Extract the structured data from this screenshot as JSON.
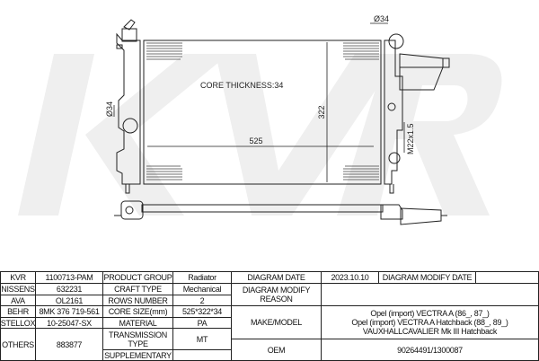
{
  "drawing": {
    "watermark": "KVR",
    "core_thickness_label": "CORE THICKNESS:34",
    "width_dim": "525",
    "height_dim": "322",
    "inlet_dia": "Ø34",
    "outlet_dia": "Ø34",
    "thread_label": "M22x1.5"
  },
  "table": {
    "kvr_label": "KVR",
    "kvr_value": "1100713-PAM",
    "nissens_label": "NISSENS",
    "nissens_value": "632231",
    "ava_label": "AVA",
    "ava_value": "OL2161",
    "behr_label": "BEHR",
    "behr_value": "8MK 376 719-561",
    "stellox_label": "STELLOX",
    "stellox_value": "10-25047-SX",
    "others_label": "OTHERS",
    "others_value": "883877",
    "product_group_label": "PRODUCT GROUP",
    "product_group_value": "Radiator",
    "craft_type_label": "CRAFT TYPE",
    "craft_type_value": "Mechanical",
    "rows_number_label": "ROWS NUMBER",
    "rows_number_value": "2",
    "core_size_label": "CORE SIZE(mm)",
    "core_size_value": "525*322*34",
    "material_label": "MATERIAL",
    "material_value": "PA",
    "transmission_label": "TRANSMISSION TYPE",
    "transmission_value": "MT",
    "supplementary_label": "SUPPLEMENTARY",
    "supplementary_value": "",
    "diagram_date_label": "DIAGRAM DATE",
    "diagram_date_value": "2023.10.10",
    "diagram_modify_date_label": "DIAGRAM MODIFY DATE",
    "diagram_modify_date_value": "",
    "diagram_modify_reason_label": "DIAGRAM MODIFY REASON",
    "diagram_modify_reason_value": "",
    "make_model_label": "MAKE/MODEL",
    "make_model_values": [
      "Opel (import) VECTRA A (86_, 87_)",
      "Opel (import) VECTRA A Hatchback (88_, 89_)",
      "VAUXHALLCAVALIER Mk III Hatchback"
    ],
    "oem_label": "OEM",
    "oem_value": "90264491/1300087"
  }
}
